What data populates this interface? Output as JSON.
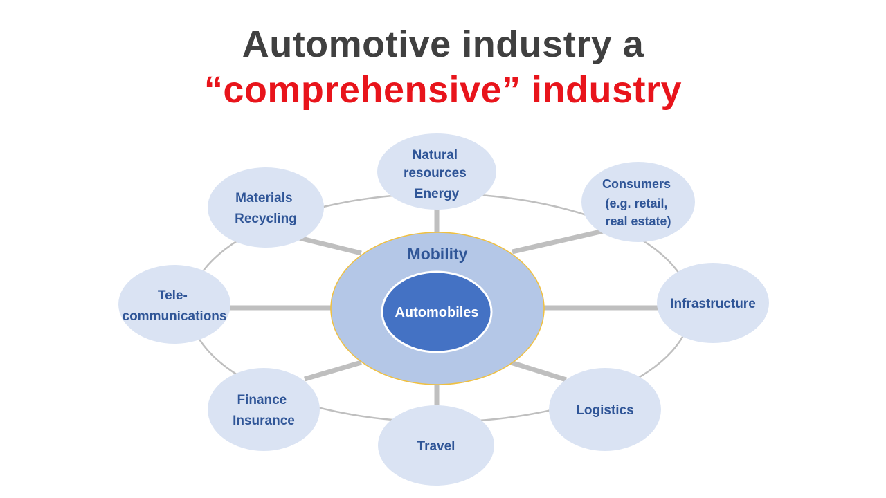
{
  "title": {
    "line1": "Automotive industry a",
    "line2": "“comprehensive” industry"
  },
  "center": {
    "outer_label": "Mobility",
    "inner_label": "Automobiles"
  },
  "nodes": [
    {
      "id": "natural-resources",
      "lines": [
        "Natural",
        "resources",
        "Energy"
      ]
    },
    {
      "id": "consumers",
      "lines": [
        "Consumers",
        "(e.g. retail,",
        "real estate)"
      ]
    },
    {
      "id": "infrastructure",
      "lines": [
        "Infrastructure"
      ]
    },
    {
      "id": "logistics",
      "lines": [
        "Logistics"
      ]
    },
    {
      "id": "travel",
      "lines": [
        "Travel"
      ]
    },
    {
      "id": "finance-insurance",
      "lines": [
        "Finance",
        "Insurance"
      ]
    },
    {
      "id": "telecommunications",
      "lines": [
        "Tele-",
        "communications"
      ]
    },
    {
      "id": "materials-recycling",
      "lines": [
        "Materials",
        "Recycling"
      ]
    }
  ],
  "colors": {
    "title_dark": "#404040",
    "title_accent": "#e8141b",
    "node_fill": "#dae3f3",
    "mobility_fill": "#b4c7e7",
    "mobility_border": "#f0c040",
    "automobiles_fill": "#4472c4",
    "label_color": "#2f5597",
    "connector": "#bfbfbf"
  }
}
